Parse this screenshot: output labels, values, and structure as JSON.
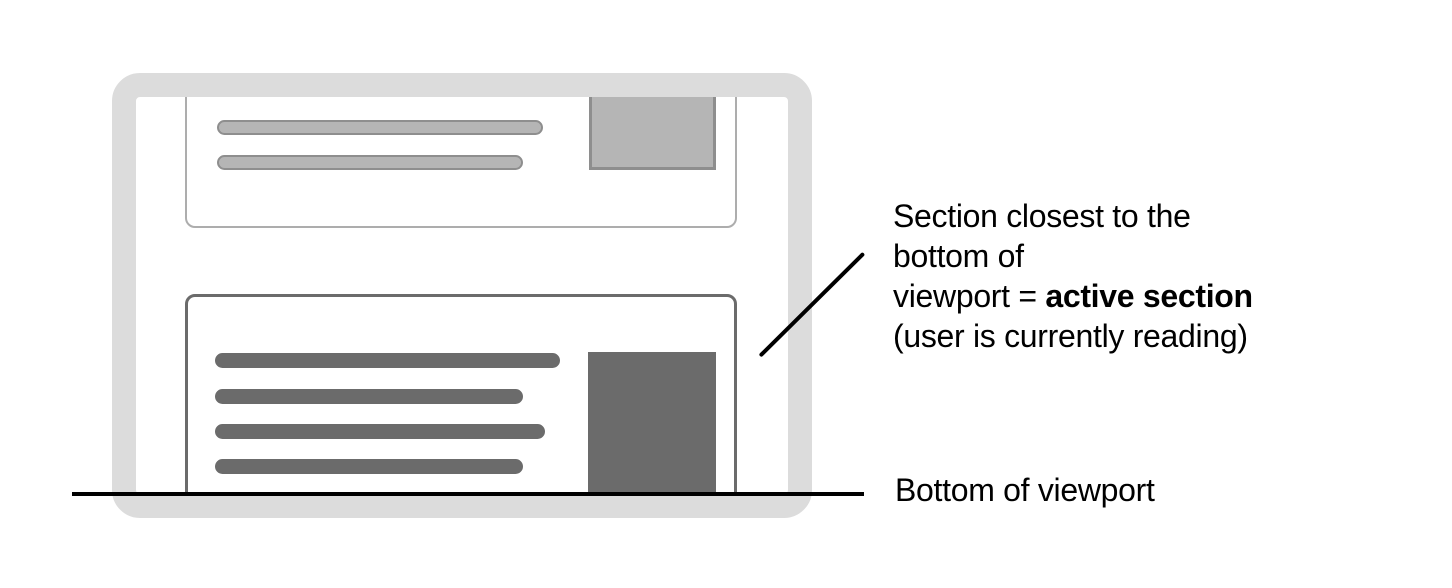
{
  "colors": {
    "frame": "#dcdcdc",
    "muted_fill": "#b5b5b5",
    "muted_stroke": "#8e8e8e",
    "muted_border": "#adadad",
    "active": "#6b6b6b",
    "line": "#000000"
  },
  "annotation": {
    "line1": "Section closest to the",
    "line2": "bottom of",
    "line3_normal": "viewport = ",
    "line3_bold": "active section",
    "line4": "(user is currently reading)"
  },
  "labels": {
    "bottom_of_viewport": "Bottom of viewport"
  }
}
